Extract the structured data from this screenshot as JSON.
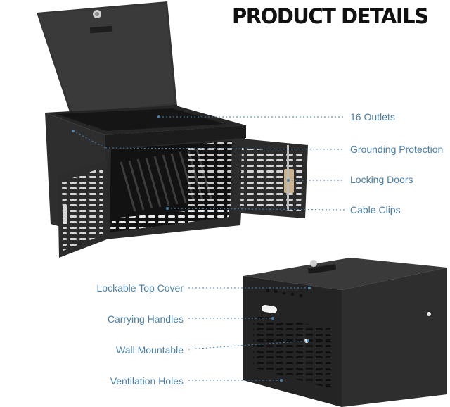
{
  "heading": "PRODUCT DETAILS",
  "colors": {
    "label": "#4a7fa8",
    "cabinet": "#2b2b2b",
    "heading": "#111111"
  },
  "callouts_top": [
    "16 Outlets",
    "Grounding Protection",
    "Locking Doors",
    "Cable Clips"
  ],
  "callouts_bottom": [
    "Lockable Top Cover",
    "Carrying Handles",
    "Wall Mountable",
    "Ventilation Holes"
  ]
}
